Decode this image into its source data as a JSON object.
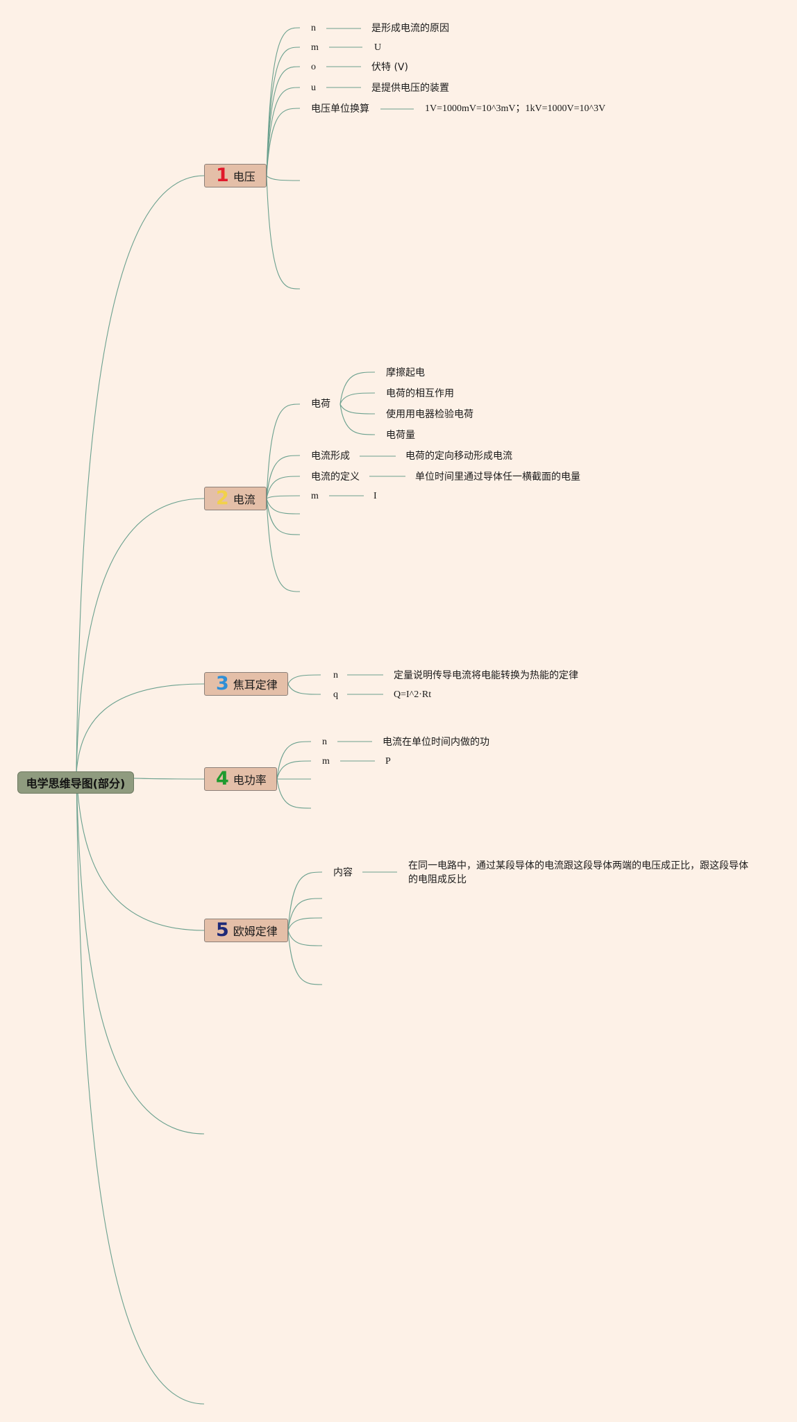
{
  "root": {
    "label": "电学思维导图(部分)"
  },
  "topics": [
    {
      "num": "1",
      "num_color": "#e0192b",
      "label": "电压",
      "children": [
        {
          "label": "n",
          "value": "是形成电流的原因"
        },
        {
          "label": "m",
          "value": "U"
        },
        {
          "label": "o",
          "value": "伏特 (V)"
        },
        {
          "label": "u",
          "value": "是提供电压的装置"
        },
        {
          "label": "电压单位换算",
          "value": "1V=1000mV=10^3mV；1kV=1000V=10^3V"
        }
      ]
    },
    {
      "num": "2",
      "num_color": "#f2d14a",
      "label": "电流",
      "children": [
        {
          "label": "电荷",
          "items": [
            "摩擦起电",
            "电荷的相互作用",
            "使用用电器检验电荷",
            "电荷量"
          ]
        },
        {
          "label": "电流形成",
          "value": "电荷的定向移动形成电流"
        },
        {
          "label": "电流的定义",
          "value": "单位时间里通过导体任一横截面的电量"
        },
        {
          "label": "m",
          "value": "I"
        }
      ]
    },
    {
      "num": "3",
      "num_color": "#2f8fd6",
      "label": "焦耳定律",
      "children": [
        {
          "label": "n",
          "value": "定量说明传导电流将电能转换为热能的定律"
        },
        {
          "label": "q",
          "value": "Q=I^2·Rt"
        }
      ]
    },
    {
      "num": "4",
      "num_color": "#1f9a2e",
      "label": "电功率",
      "children": [
        {
          "label": "n",
          "value": "电流在单位时间内做的功"
        },
        {
          "label": "m",
          "value": "P"
        }
      ]
    },
    {
      "num": "5",
      "num_color": "#1e2a78",
      "label": "欧姆定律",
      "children": [
        {
          "label": "内容",
          "value": "在同一电路中，通过某段导体的电流跟这段导体两端的电压成正比，跟这段导体的电阻成反比"
        }
      ]
    }
  ]
}
